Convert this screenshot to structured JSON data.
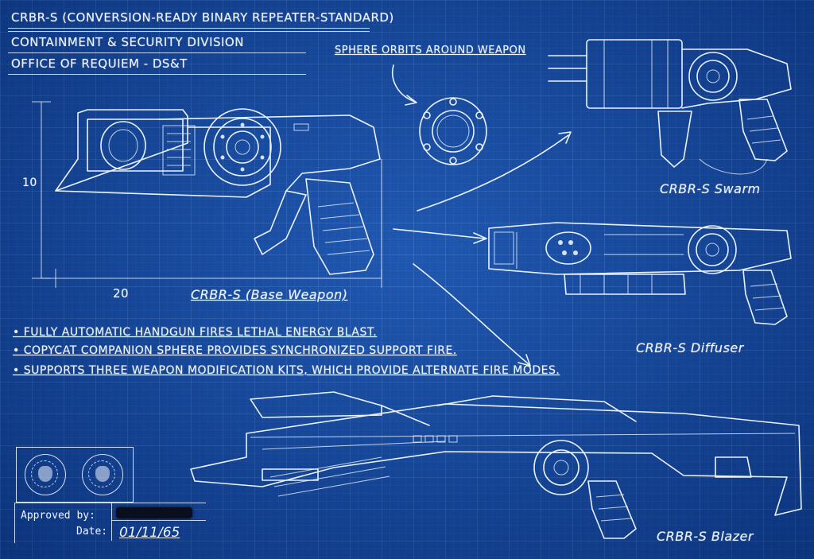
{
  "title_block": {
    "line1": "CRBR-S (CONVERSION-READY BINARY REPEATER-STANDARD)",
    "line2": "CONTAINMENT & SECURITY DIVISION",
    "line3": "OFFICE OF REQUIEM - DS&T"
  },
  "annotations": {
    "orbit_note": "SPHERE ORBITS AROUND WEAPON",
    "dimension_height": "10",
    "dimension_width": "20"
  },
  "weapons": {
    "base": "CRBR-S (Base Weapon)",
    "swarm": "CRBR-S Swarm",
    "diffuser": "CRBR-S Diffuser",
    "blazer": "CRBR-S Blazer"
  },
  "notes": [
    "• FULLY AUTOMATIC HANDGUN FIRES LETHAL ENERGY BLAST.",
    "• COPYCAT COMPANION SPHERE PROVIDES SYNCHRONIZED SUPPORT FIRE.",
    "• SUPPORTS THREE WEAPON MODIFICATION KITS, WHICH PROVIDE ALTERNATE FIRE MODES."
  ],
  "approval": {
    "approved_label": "Approved by:",
    "date_label": "Date:",
    "date_value": "01/11/65"
  },
  "colors": {
    "background": "#1047a0",
    "ink": "#e9f2ff"
  },
  "icons": [
    "skull-seal-icon",
    "agency-seal-icon"
  ]
}
